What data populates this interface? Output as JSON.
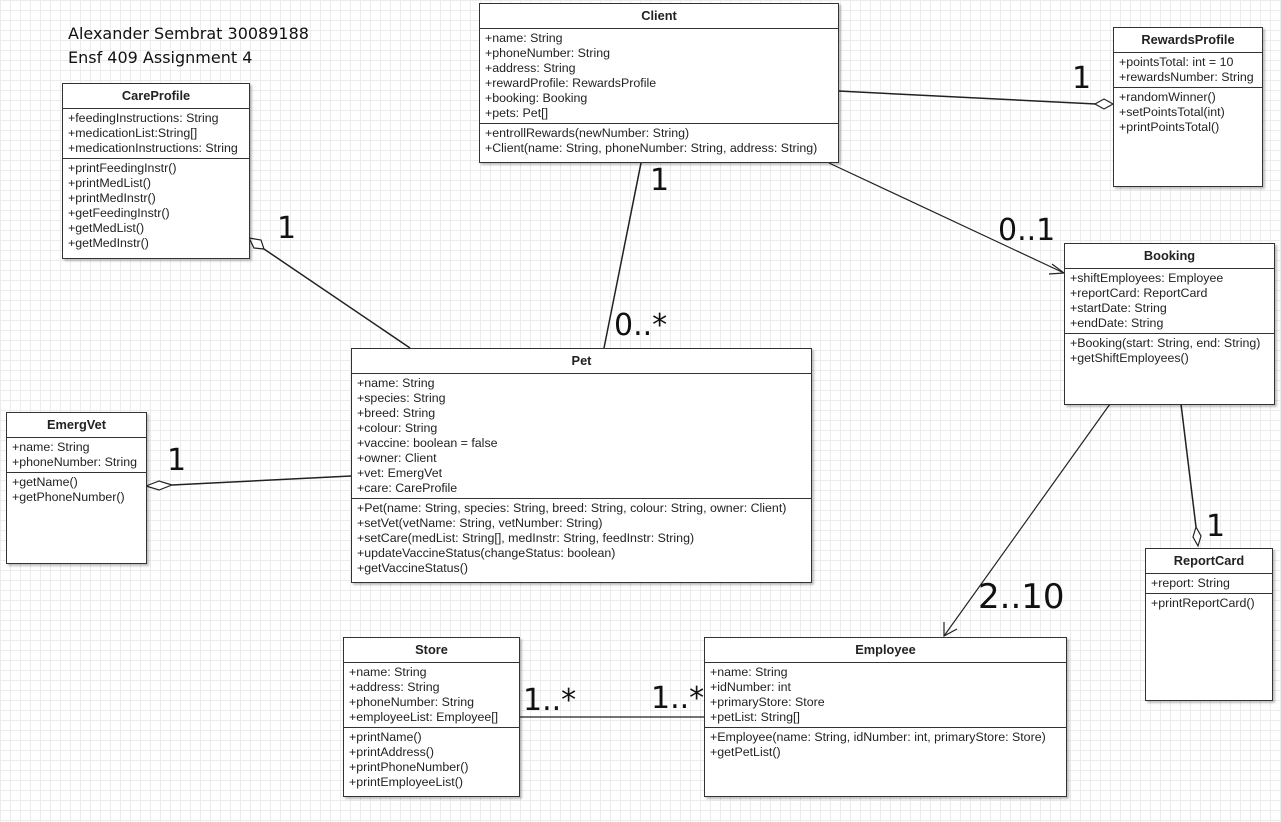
{
  "header": {
    "line1": "Alexander Sembrat 30089188",
    "line2": "Ensf 409 Assignment 4"
  },
  "classes": {
    "client": {
      "name": "Client",
      "attributes": [
        "+name: String",
        "+phoneNumber: String",
        "+address: String",
        "+rewardProfile: RewardsProfile",
        "+booking: Booking",
        "+pets: Pet[]"
      ],
      "methods": [
        "+entrollRewards(newNumber: String)",
        "+Client(name: String, phoneNumber: String, address: String)"
      ]
    },
    "rewards": {
      "name": "RewardsProfile",
      "attributes": [
        "+pointsTotal: int = 10",
        "+rewardsNumber: String"
      ],
      "methods": [
        "+randomWinner()",
        "+setPointsTotal(int)",
        "+printPointsTotal()"
      ]
    },
    "careprofile": {
      "name": "CareProfile",
      "attributes": [
        "+feedingInstructions: String",
        "+medicationList:String[]",
        "+medicationInstructions: String"
      ],
      "methods": [
        "+printFeedingInstr()",
        "+printMedList()",
        "+printMedInstr()",
        "+getFeedingInstr()",
        "+getMedList()",
        "+getMedInstr()"
      ]
    },
    "booking": {
      "name": "Booking",
      "attributes": [
        "+shiftEmployees: Employee",
        "+reportCard: ReportCard",
        "+startDate: String",
        "+endDate: String"
      ],
      "methods": [
        "+Booking(start: String, end: String)",
        "+getShiftEmployees()"
      ]
    },
    "pet": {
      "name": "Pet",
      "attributes": [
        "+name: String",
        "+species: String",
        "+breed: String",
        "+colour: String",
        "+vaccine: boolean = false",
        "+owner: Client",
        "+vet: EmergVet",
        "+care: CareProfile"
      ],
      "methods": [
        "+Pet(name: String, species: String, breed: String, colour: String, owner: Client)",
        "+setVet(vetName: String, vetNumber: String)",
        "+setCare(medList: String[], medInstr: String, feedInstr: String)",
        "+updateVaccineStatus(changeStatus: boolean)",
        "+getVaccineStatus()"
      ]
    },
    "emergvet": {
      "name": "EmergVet",
      "attributes": [
        "+name: String",
        "+phoneNumber: String"
      ],
      "methods": [
        "+getName()",
        "+getPhoneNumber()"
      ]
    },
    "reportcard": {
      "name": "ReportCard",
      "attributes": [
        "+report: String"
      ],
      "methods": [
        "+printReportCard()"
      ]
    },
    "store": {
      "name": "Store",
      "attributes": [
        "+name: String",
        "+address: String",
        "+phoneNumber: String",
        "+employeeList: Employee[]"
      ],
      "methods": [
        "+printName()",
        "+printAddress()",
        "+printPhoneNumber()",
        "+printEmployeeList()"
      ]
    },
    "employee": {
      "name": "Employee",
      "attributes": [
        "+name: String",
        "+idNumber: int",
        "+primaryStore: Store",
        "+petList: String[]"
      ],
      "methods": [
        "+Employee(name: String, idNumber: int, primaryStore: Store)",
        "+getPetList()"
      ]
    }
  },
  "multiplicities": {
    "client_rewards": "1",
    "client_pet_client_end": "1",
    "client_pet_pet_end": "0..*",
    "client_booking": "0..1",
    "careprofile_pet": "1",
    "emergvet_pet": "1",
    "booking_reportcard": "1",
    "booking_employee": "2..10",
    "store_employee_store_end": "1..*",
    "store_employee_employee_end": "1..*"
  }
}
